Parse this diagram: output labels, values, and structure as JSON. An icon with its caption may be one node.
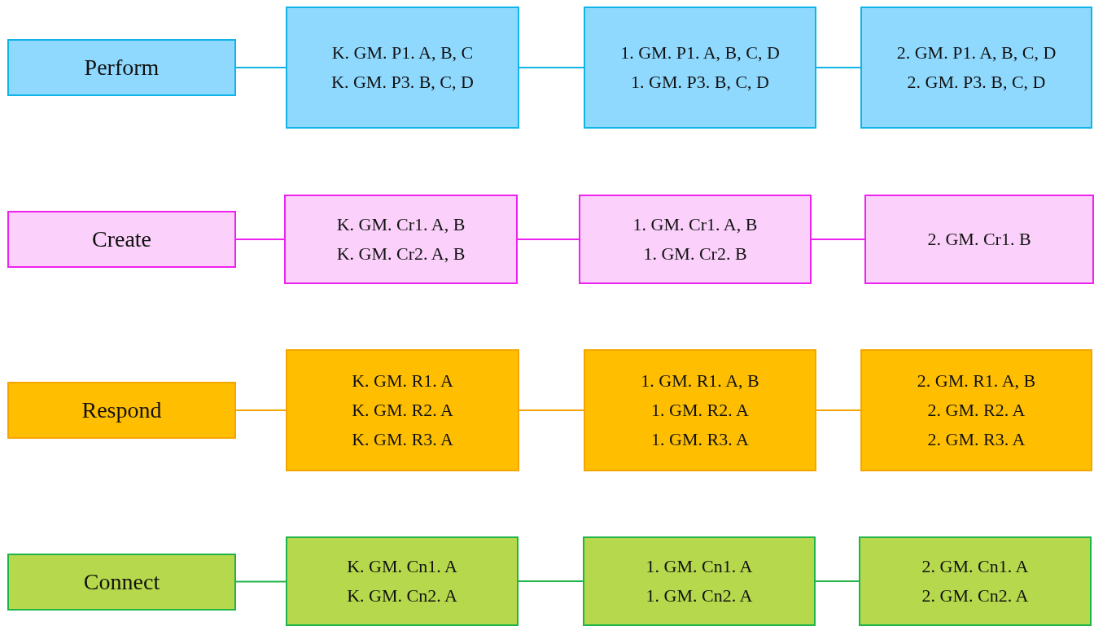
{
  "diagram": {
    "nodes": [
      {
        "text": [
          "Perform"
        ]
      },
      {
        "text": [
          "K. GM. P1. A, B, C",
          "K. GM. P3. B, C, D"
        ]
      },
      {
        "text": [
          "1. GM. P1. A, B, C, D",
          "1. GM. P3. B, C, D"
        ]
      },
      {
        "text": [
          "2. GM. P1. A, B, C, D",
          "2. GM. P3. B, C, D"
        ]
      },
      {
        "text": [
          "Create"
        ]
      },
      {
        "text": [
          "K. GM. Cr1. A, B",
          "K. GM. Cr2. A, B"
        ]
      },
      {
        "text": [
          "1. GM. Cr1. A, B",
          "1. GM. Cr2. B"
        ]
      },
      {
        "text": [
          "2. GM. Cr1. B"
        ]
      },
      {
        "text": [
          "Respond"
        ]
      },
      {
        "text": [
          "K. GM. R1. A",
          "K. GM. R2. A",
          "K. GM. R3. A"
        ]
      },
      {
        "text": [
          "1. GM. R1. A, B",
          "1. GM. R2. A",
          "1. GM. R3. A"
        ]
      },
      {
        "text": [
          "2. GM. R1. A, B",
          "2. GM. R2. A",
          "2. GM. R3. A"
        ]
      },
      {
        "text": [
          "Connect"
        ]
      },
      {
        "text": [
          "K. GM. Cn1. A",
          "K. GM. Cn2. A"
        ]
      },
      {
        "text": [
          "1. GM. Cn1. A",
          "1. GM. Cn2. A"
        ]
      },
      {
        "text": [
          "2. GM. Cn1. A",
          "2. GM. Cn2. A"
        ]
      }
    ],
    "edges": [
      {
        "from": 0,
        "to": 1,
        "arrow": "none",
        "color": "#10b4e8"
      },
      {
        "from": 1,
        "to": 2,
        "arrow": "none",
        "color": "#10b4e8"
      },
      {
        "from": 2,
        "to": 3,
        "arrow": "none",
        "color": "#10b4e8"
      },
      {
        "from": 4,
        "to": 5,
        "arrow": "none",
        "color": "#ee22ee"
      },
      {
        "from": 5,
        "to": 6,
        "arrow": "none",
        "color": "#ee22ee"
      },
      {
        "from": 6,
        "to": 7,
        "arrow": "none",
        "color": "#ee22ee"
      },
      {
        "from": 8,
        "to": 9,
        "arrow": "none",
        "color": "#f5a500"
      },
      {
        "from": 9,
        "to": 10,
        "arrow": "none",
        "color": "#f5a500"
      },
      {
        "from": 10,
        "to": 11,
        "arrow": "none",
        "color": "#f5a500"
      },
      {
        "from": 12,
        "to": 13,
        "arrow": "none",
        "color": "#1fb44a"
      },
      {
        "from": 13,
        "to": 14,
        "arrow": "none",
        "color": "#1fb44a"
      },
      {
        "from": 14,
        "to": 15,
        "arrow": "none",
        "color": "#1fb44a"
      }
    ]
  }
}
